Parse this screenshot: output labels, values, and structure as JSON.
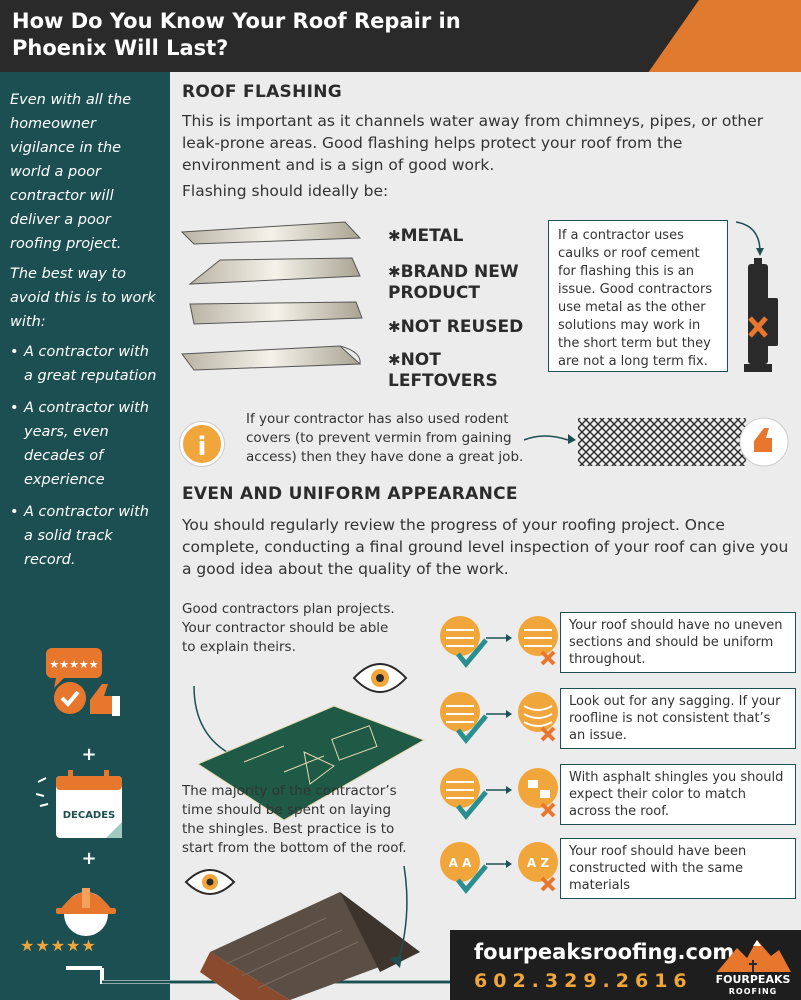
{
  "header": {
    "title": "How Do You Know Your Roof Repair in Phoenix Will Last?"
  },
  "sidebar": {
    "intro": "Even with all the homeowner vigilance in the world a poor contractor will deliver a poor roofing project.",
    "lead": "The best way to avoid this is to work with:",
    "bullets": [
      "A contractor with a great reputation",
      "A contractor with years, even decades of experience",
      "A contractor with a solid track record."
    ],
    "rating_stars": "★★★★★",
    "calendar_label": "DECADES",
    "plus": "+"
  },
  "flashing": {
    "title": "ROOF FLASHING",
    "desc": "This is important as it channels water away from chimneys, pipes, or other leak-prone areas. Good flashing helps protect your roof from the environment and is a sign of good work.",
    "lead": "Flashing should ideally be:",
    "requirements": [
      "METAL",
      "BRAND NEW PRODUCT",
      "NOT REUSED",
      "NOT LEFTOVERS"
    ],
    "star": "✱",
    "callout": "If a contractor uses caulks or roof cement for flashing this is an issue. Good contractors use metal as the other solutions may work in the short term but they are not a long term fix.",
    "info_icon": "i",
    "rodent_note": "If your contractor has also used rodent covers (to prevent vermin from gaining access) then they have done a great job."
  },
  "appearance": {
    "title": "EVEN AND UNIFORM APPEARANCE",
    "desc": "You should regularly review the progress of your roofing project. Once complete, conducting a final ground level inspection of your roof can give you a good idea about the quality of the work.",
    "plan_note": "Good contractors plan projects. Your contractor should be able to explain theirs.",
    "shingle_note": "The majority of the contractor’s time should be spent on laying the shingles. Best practice is to start from the bottom of the roof.",
    "checks": [
      "Your roof should have no uneven sections and should be uniform throughout.",
      "Look out for any sagging. If your roofline is not consistent that’s an issue.",
      "With asphalt shingles you should expect their color to match across the roof.",
      "Your roof should have been constructed with the same materials"
    ],
    "material_labels": [
      "A A",
      "A Z"
    ]
  },
  "footer": {
    "url": "fourpeaksroofing.com",
    "phone": "602.329.2616",
    "logo_line1": "FOURPEAKS",
    "logo_line2": "ROOFING"
  },
  "colors": {
    "teal": "#1c4f52",
    "orange": "#e07a2e",
    "gold": "#f0a63a",
    "dark": "#2a2a2a",
    "check_green": "#2b8f8f",
    "cross_orange": "#e8772e"
  }
}
